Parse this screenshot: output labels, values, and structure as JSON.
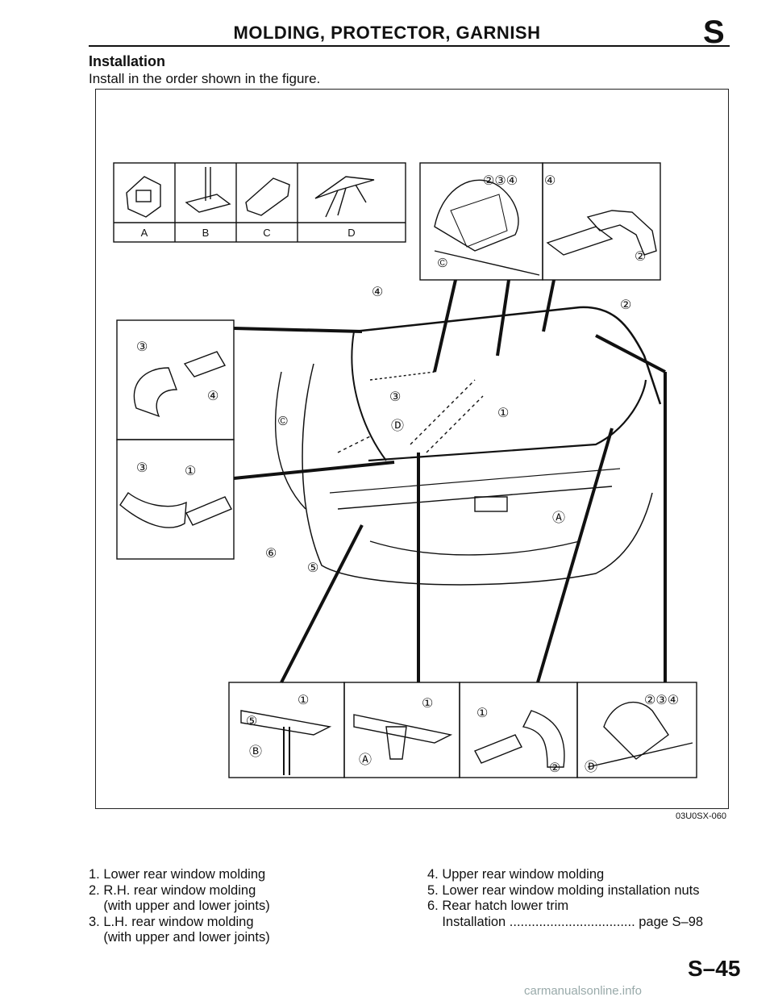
{
  "header": {
    "title": "MOLDING, PROTECTOR, GARNISH",
    "section_letter": "S"
  },
  "section": {
    "title": "Installation",
    "instruction": "Install in the order shown in the figure."
  },
  "figure": {
    "code": "03U0SX-060",
    "clip_labels": [
      "A",
      "B",
      "C",
      "D"
    ],
    "callouts": [
      "②③④",
      "④",
      "©",
      "②",
      "④",
      "②",
      "③",
      "④",
      "③",
      "①",
      "③",
      "©",
      "Ⓓ",
      "①",
      "Ⓐ",
      "⑥",
      "⑤",
      "①",
      "⑤",
      "Ⓑ",
      "①",
      "Ⓐ",
      "①",
      "②",
      "②③④",
      "Ⓓ"
    ]
  },
  "legend": {
    "left": [
      "1. Lower rear window molding",
      "2. R.H. rear window molding",
      "    (with upper and lower joints)",
      "3. L.H. rear window molding",
      "    (with upper and lower joints)"
    ],
    "right": [
      "4. Upper rear window molding",
      "5. Lower rear window molding installation nuts",
      "6. Rear hatch lower trim",
      "    Installation .................................. page S–98"
    ]
  },
  "footer": {
    "page_number": "S–45",
    "watermark": "carmanualsonline.info"
  }
}
